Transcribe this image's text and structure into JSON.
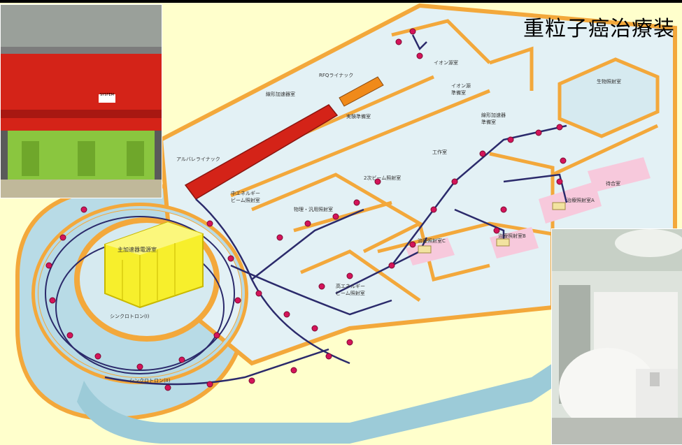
{
  "title": "重粒子癌治療装",
  "labels": {
    "rfq_linac": "RFQライナック",
    "ion_source_room": "イオン源室",
    "drift_linac_room": "線形加速器室",
    "experiment_prep_room": "実験準備室",
    "ion_source_prep": "イオン源\n準備室",
    "accel_prep_room": "線形加速器\n準備室",
    "alvarez_linac": "アルバレライナック",
    "workshop": "工作室",
    "secondary_beam_room": "2次ビーム照射室",
    "medium_energy_room": "中エネルギー\nビーム照射室",
    "physics_room": "物理・汎用照射室",
    "power_room": "主加速器電源室",
    "synchrotron_upper": "シンクロトロン(I)",
    "synchrotron_lower": "シンクロトロン(II)",
    "high_energy_room": "高エネルギー\nビーム照射室",
    "treatment_room_c": "治療照射室C",
    "treatment_room_b": "治療照射室B",
    "treatment_room_a": "治療照射室A",
    "waiting_room": "待合室",
    "biology_room": "生物照射室",
    "linac_sign": "SYSTEM"
  },
  "colors": {
    "background": "#ffffcc",
    "wall_orange": "#f3a83b",
    "wall_face": "#b8dbe6",
    "floor": "#e3f1f5",
    "beamline": "#2b2a6b",
    "magnet": "#d4145a",
    "power_room_yellow": "#f7ef2c",
    "treatment_floor": "#f7c9dc",
    "linac_red": "#d42318"
  }
}
